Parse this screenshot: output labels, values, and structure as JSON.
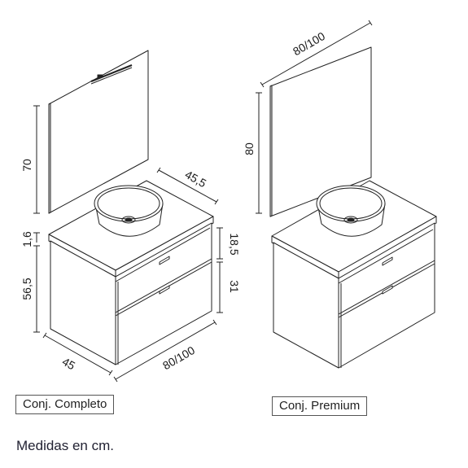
{
  "completo": {
    "dim_mirror_height": "70",
    "dim_depth_top": "45,5",
    "dim_top_thickness": "1,6",
    "dim_cabinet_height": "56,5",
    "dim_drawer_top": "18,5",
    "dim_drawer_bottom": "31",
    "dim_depth": "45",
    "dim_width": "80/100",
    "caption": "Conj. Completo"
  },
  "premium": {
    "dim_mirror_width": "80/100",
    "dim_mirror_height": "80",
    "caption": "Conj. Premium"
  },
  "note": "Medidas en cm."
}
